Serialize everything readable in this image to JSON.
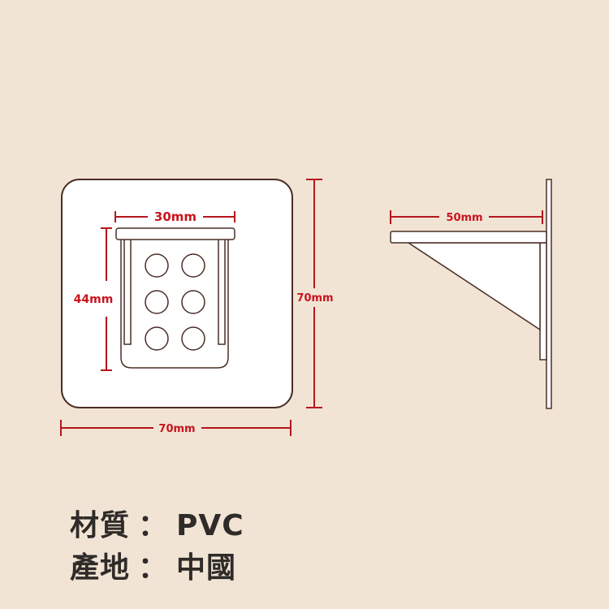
{
  "front_view": {
    "width_label": "70mm",
    "height_label": "70mm",
    "hook_width_label": "30mm",
    "hook_height_label": "44mm",
    "hole_rows": 3,
    "hole_cols": 2
  },
  "side_view": {
    "depth_label": "50mm"
  },
  "specs": [
    {
      "label": "材質",
      "separator": "：",
      "value": "PVC"
    },
    {
      "label": "產地",
      "separator": "：",
      "value": "中國"
    }
  ],
  "colors": {
    "background": "#f1e4d4",
    "dimension_line": "#b5161e",
    "outline": "#4a2e26",
    "fill": "#ffffff",
    "text": "#2f2b29"
  }
}
